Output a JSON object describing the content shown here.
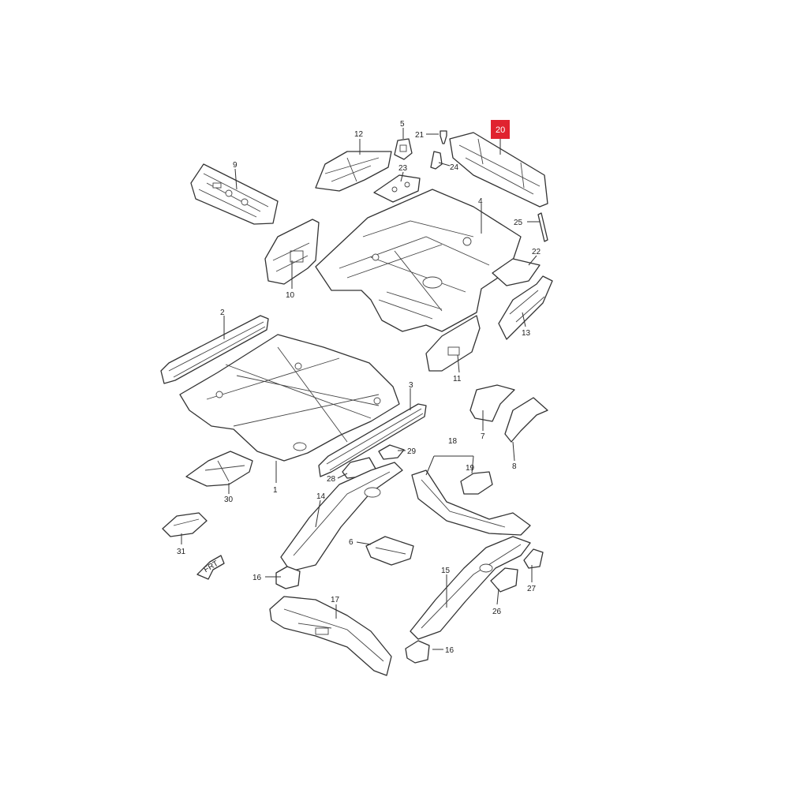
{
  "callouts": {
    "c1": "1",
    "c2": "2",
    "c3": "3",
    "c4": "4",
    "c5": "5",
    "c6": "6",
    "c7": "7",
    "c8": "8",
    "c9": "9",
    "c10": "10",
    "c11": "11",
    "c12": "12",
    "c13": "13",
    "c14": "14",
    "c15": "15",
    "c16a": "16",
    "c16b": "16",
    "c17": "17",
    "c18": "18",
    "c19": "19",
    "c20": "20",
    "c21": "21",
    "c22": "22",
    "c23": "23",
    "c24": "24",
    "c25": "25",
    "c26": "26",
    "c27": "27",
    "c28": "28",
    "c29": "29",
    "c30": "30",
    "c31": "31"
  },
  "highlight": {
    "callout": "20",
    "color": "#e0232f"
  },
  "front_arrow_label": "FRT"
}
